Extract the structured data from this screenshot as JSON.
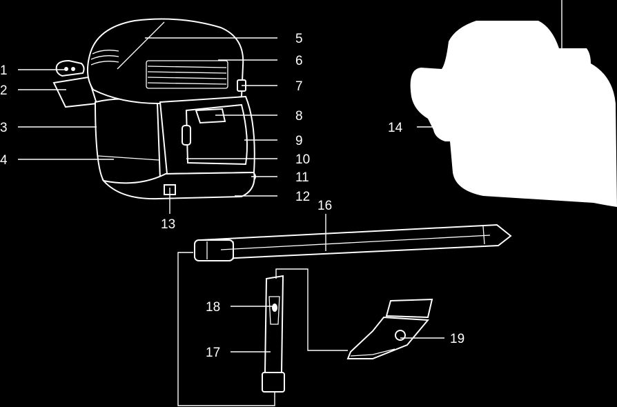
{
  "diagram": {
    "callouts": {
      "c1": "1",
      "c2": "2",
      "c3": "3",
      "c4": "4",
      "c5": "5",
      "c6": "6",
      "c7": "7",
      "c8": "8",
      "c9": "9",
      "c10": "10",
      "c11": "11",
      "c12": "12",
      "c13": "13",
      "c14": "14",
      "c16": "16",
      "c17": "17",
      "c18": "18",
      "c19": "19"
    },
    "colors": {
      "background": "#000000",
      "line": "#ffffff"
    }
  }
}
